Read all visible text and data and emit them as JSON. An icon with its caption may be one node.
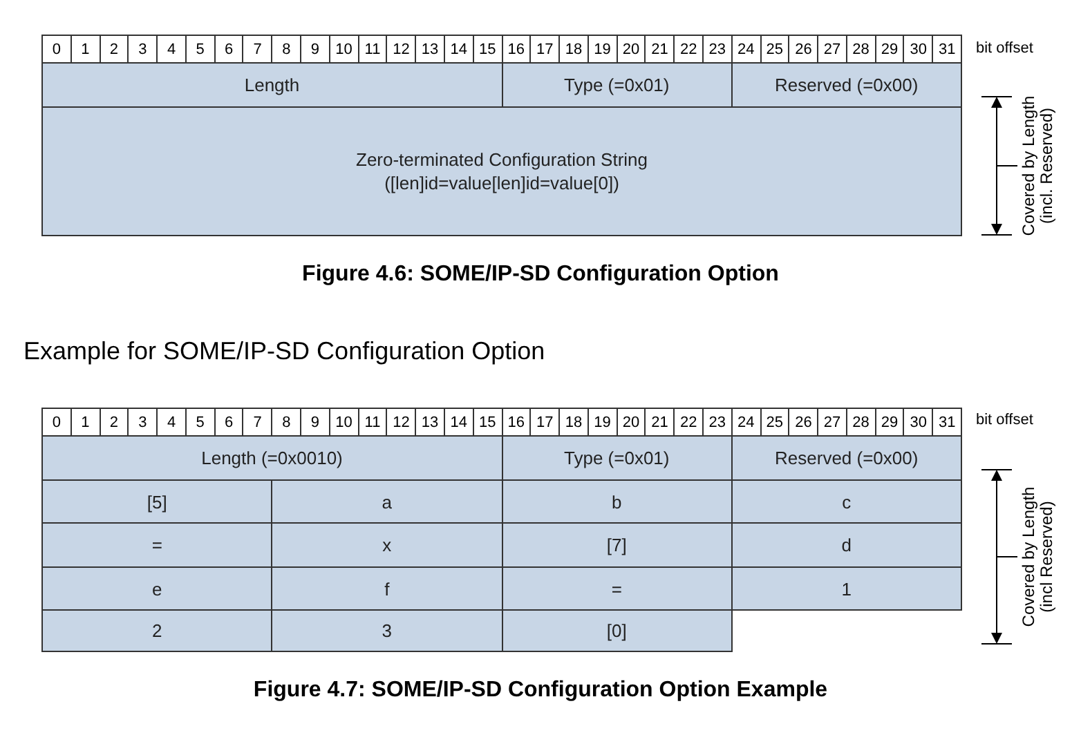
{
  "diagram": {
    "nodes": [
      {
        "text": [
          "Length"
        ]
      },
      {
        "text": [
          "Type (=0x01)"
        ]
      },
      {
        "text": [
          "Reserved (=0x00)"
        ]
      },
      {
        "text": [
          "Zero-terminated Configuration String",
          "([len]id=value[len]id=value[0])"
        ]
      },
      {
        "text": [
          "Length (=0x0010)"
        ]
      },
      {
        "text": [
          "Type (=0x01)"
        ]
      },
      {
        "text": [
          "Reserved (=0x00)"
        ]
      },
      {
        "text": [
          "[5]"
        ]
      },
      {
        "text": [
          "a"
        ]
      },
      {
        "text": [
          "b"
        ]
      },
      {
        "text": [
          "c"
        ]
      },
      {
        "text": [
          "="
        ]
      },
      {
        "text": [
          "x"
        ]
      },
      {
        "text": [
          "[7]"
        ]
      },
      {
        "text": [
          "d"
        ]
      },
      {
        "text": [
          "e"
        ]
      },
      {
        "text": [
          "f"
        ]
      },
      {
        "text": [
          "="
        ]
      },
      {
        "text": [
          "1"
        ]
      },
      {
        "text": [
          "2"
        ]
      },
      {
        "text": [
          "3"
        ]
      },
      {
        "text": [
          "[0]"
        ]
      }
    ],
    "edges": [],
    "labels": [
      "0",
      "1",
      "2",
      "3",
      "4",
      "5",
      "6",
      "7",
      "8",
      "9",
      "10",
      "11",
      "12",
      "13",
      "14",
      "15",
      "16",
      "17",
      "18",
      "19",
      "20",
      "21",
      "22",
      "23",
      "24",
      "25",
      "26",
      "27",
      "28",
      "29",
      "30",
      "31",
      "bit offset",
      "Covered by Length (incl. Reserved)",
      "Figure 4.6: SOME/IP-SD Configuration Option",
      "Example for SOME/IP-SD Configuration Option",
      "0",
      "1",
      "2",
      "3",
      "4",
      "5",
      "6",
      "7",
      "8",
      "9",
      "10",
      "11",
      "12",
      "13",
      "14",
      "15",
      "16",
      "17",
      "18",
      "19",
      "20",
      "21",
      "22",
      "23",
      "24",
      "25",
      "26",
      "27",
      "28",
      "29",
      "30",
      "31",
      "bit offset",
      "Covered by Length (incl Reserved)",
      "Figure 4.7: SOME/IP-SD Configuration Option Example"
    ]
  }
}
